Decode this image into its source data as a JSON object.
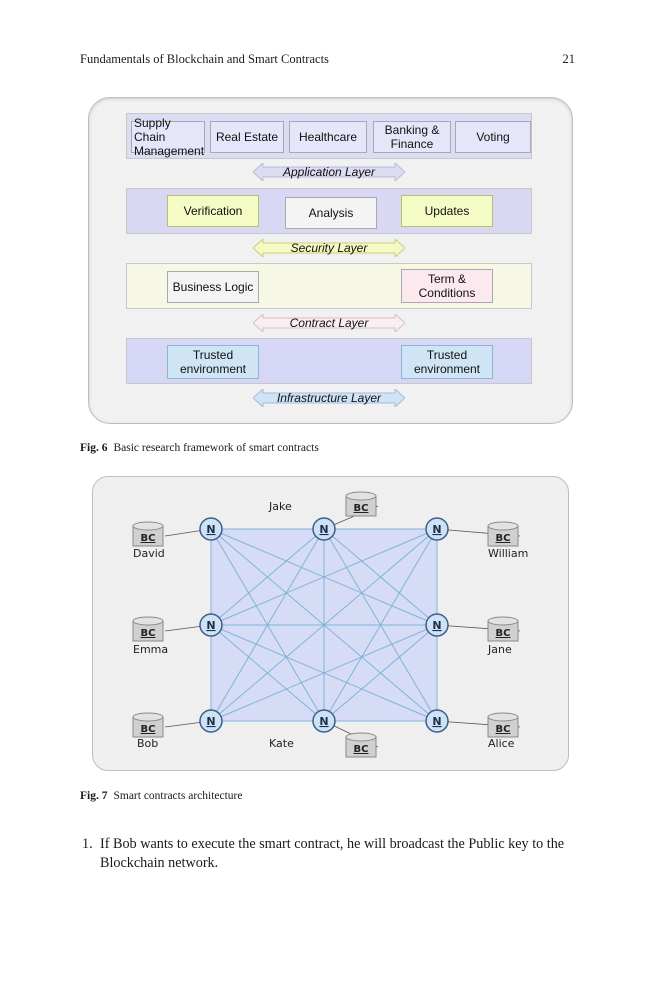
{
  "running_head": {
    "title": "Fundamentals of Blockchain and Smart Contracts",
    "page_number": "21"
  },
  "figure6": {
    "application_apps": [
      "Supply Chain Management",
      "Real Estate",
      "Healthcare",
      "Banking & Finance",
      "Voting"
    ],
    "application_layer": "Application Layer",
    "security_items": [
      "Verification",
      "Analysis",
      "Updates"
    ],
    "security_layer": "Security Layer",
    "contract_items": [
      "Business Logic",
      "Term & Conditions"
    ],
    "contract_layer": "Contract Layer",
    "infrastructure_items": [
      "Trusted environment",
      "Trusted environment"
    ],
    "infrastructure_layer": "Infrastructure Layer",
    "caption_label": "Fig. 6",
    "caption_text": "Basic research framework of smart contracts"
  },
  "figure7": {
    "node_label": "N",
    "blockchain_label": "BC",
    "participants": [
      "David",
      "Jake",
      "William",
      "Emma",
      "Jane",
      "Bob",
      "Kate",
      "Alice"
    ],
    "caption_label": "Fig. 7",
    "caption_text": "Smart contracts architecture"
  },
  "list": {
    "number": "1.",
    "text": "If Bob wants to execute the smart contract, he will broadcast the Public key to the Blockchain network."
  },
  "colors": {
    "node_fill": "#cfe2f5",
    "node_stroke": "#3a5f8a",
    "edge": "#7fb3d9",
    "grid_fill": "#d6dcf5"
  }
}
